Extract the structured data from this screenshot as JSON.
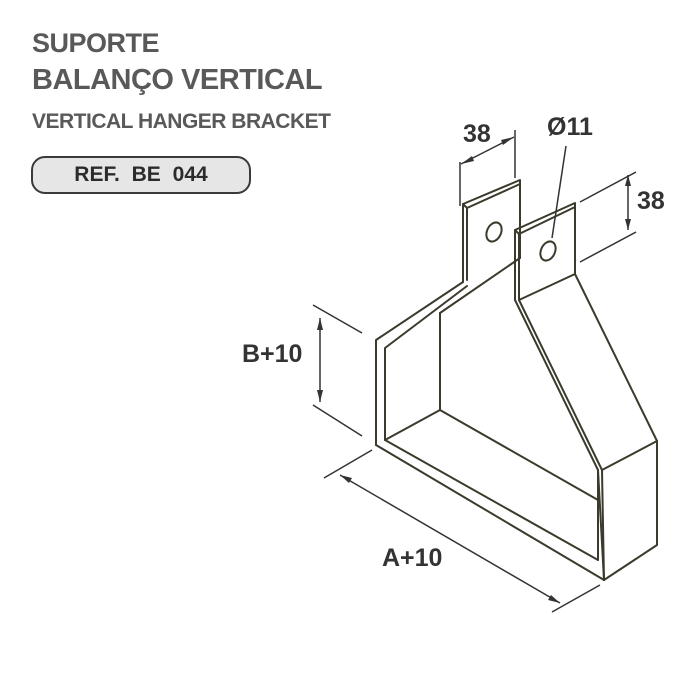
{
  "header": {
    "title_pt_line1": "SUPORTE",
    "title_pt_line2": "BALANÇO VERTICAL",
    "title_en": "VERTICAL HANGER BRACKET",
    "reference": "REF.  BE 044"
  },
  "drawing": {
    "type": "isometric technical drawing",
    "subject": "vertical hanger bracket",
    "line_color": "#3b3a2c",
    "dimensions": {
      "tab_width": "38",
      "hole_diameter": "Ø11",
      "tab_height": "38",
      "height": "B+10",
      "width": "A+10"
    }
  }
}
